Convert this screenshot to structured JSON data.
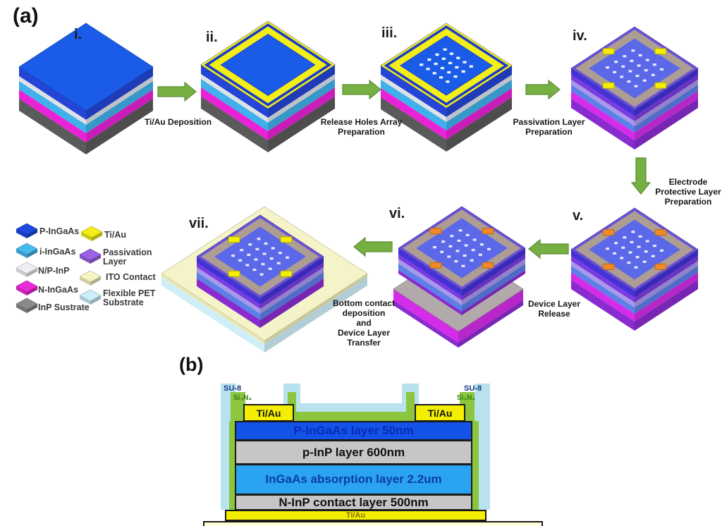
{
  "panel_a": {
    "label": "(a)",
    "step_numerals": [
      "i.",
      "ii.",
      "iii.",
      "iv.",
      "v.",
      "vi.",
      "vii."
    ],
    "arrow_labels": {
      "a1": "Ti/Au  Deposition",
      "a2": "Release Holes Array\nPreparation",
      "a3": "Passivation Layer\nPreparation",
      "a4": "Electrode\nProtective Layer\nPreparation",
      "a5": "Device Layer\nRelease",
      "a6": "Bottom contact\ndeposition\nand\nDevice Layer\nTransfer"
    },
    "legend": [
      {
        "label": "P-InGaAs",
        "color": "#1d49e0"
      },
      {
        "label": "i-InGaAs",
        "color": "#45b8ee"
      },
      {
        "label": "N/P-InP",
        "color": "#eef0f4"
      },
      {
        "label": "N-InGaAs",
        "color": "#ea2ad8"
      },
      {
        "label": "InP Sustrate",
        "color": "#8a8a8a"
      },
      {
        "label": "Ti/Au",
        "color": "#f2ee18"
      },
      {
        "label": "Passivation\nLayer",
        "color": "#9a62e6"
      },
      {
        "label": "ITO Contact",
        "color": "#f6f5c4"
      },
      {
        "label": "Flexible PET\nSubstrate",
        "color": "#cdeef9"
      }
    ]
  },
  "panel_b": {
    "label": "(b)",
    "su8_label": "SU-8",
    "si3n4_label": "Si₃N₄",
    "pad_label": "Ti/Au",
    "bottom_contact_label": "Ti/Au",
    "layers": [
      {
        "label": "P-InGaAs layer 50nm",
        "bg": "#1353e8",
        "fg": "#0a2bb4"
      },
      {
        "label": "p-InP layer 600nm",
        "bg": "#c6c6c6",
        "fg": "#111111"
      },
      {
        "label": "InGaAs absorption layer 2.2um",
        "bg": "#2aa3f0",
        "fg": "#0b3ea0"
      },
      {
        "label": "N-InP contact layer 500nm",
        "bg": "#c6c6c6",
        "fg": "#111111"
      }
    ]
  },
  "colors": {
    "p_ingaas_top": "#1a5ce8",
    "p_ingaas_side": "#2445d6",
    "ring_edge": "#1a3ad0",
    "np_inp": "#dde2e8",
    "i_ingaas": "#3fb0ea",
    "n_ingaas": "#e822d6",
    "inp_substrate": "#5a5a5a",
    "tiau": "#f2ee18",
    "tiau_pad": "#f4ee00",
    "pad_orange": "#f08a28",
    "pass_edge": "#6a52d8",
    "pass_indigo": "#4431d8",
    "pass_violet": "#7b3be0",
    "lavender": "#a898ea",
    "dev_blue": "#5c7fe8",
    "magenta": "#d42ce8",
    "violet2": "#8a2bd0",
    "frame_tan": "#ad9d92",
    "inner_face": "#5b68e8",
    "dots": "#e6e9ff",
    "dots_white": "#f3f8ff",
    "slab_gray": "#b2aaaa",
    "sheet_ito": "#f5f4c8",
    "sheet_ito_edge": "#e9e8b4",
    "sheet_pet": "#cfeef8",
    "arrow_green": "#76b043",
    "arrow_border": "#5a8c33",
    "su8": "#b8e2ee",
    "si3n4": "#8cc63f",
    "bottom_box": "#ffffd8"
  }
}
